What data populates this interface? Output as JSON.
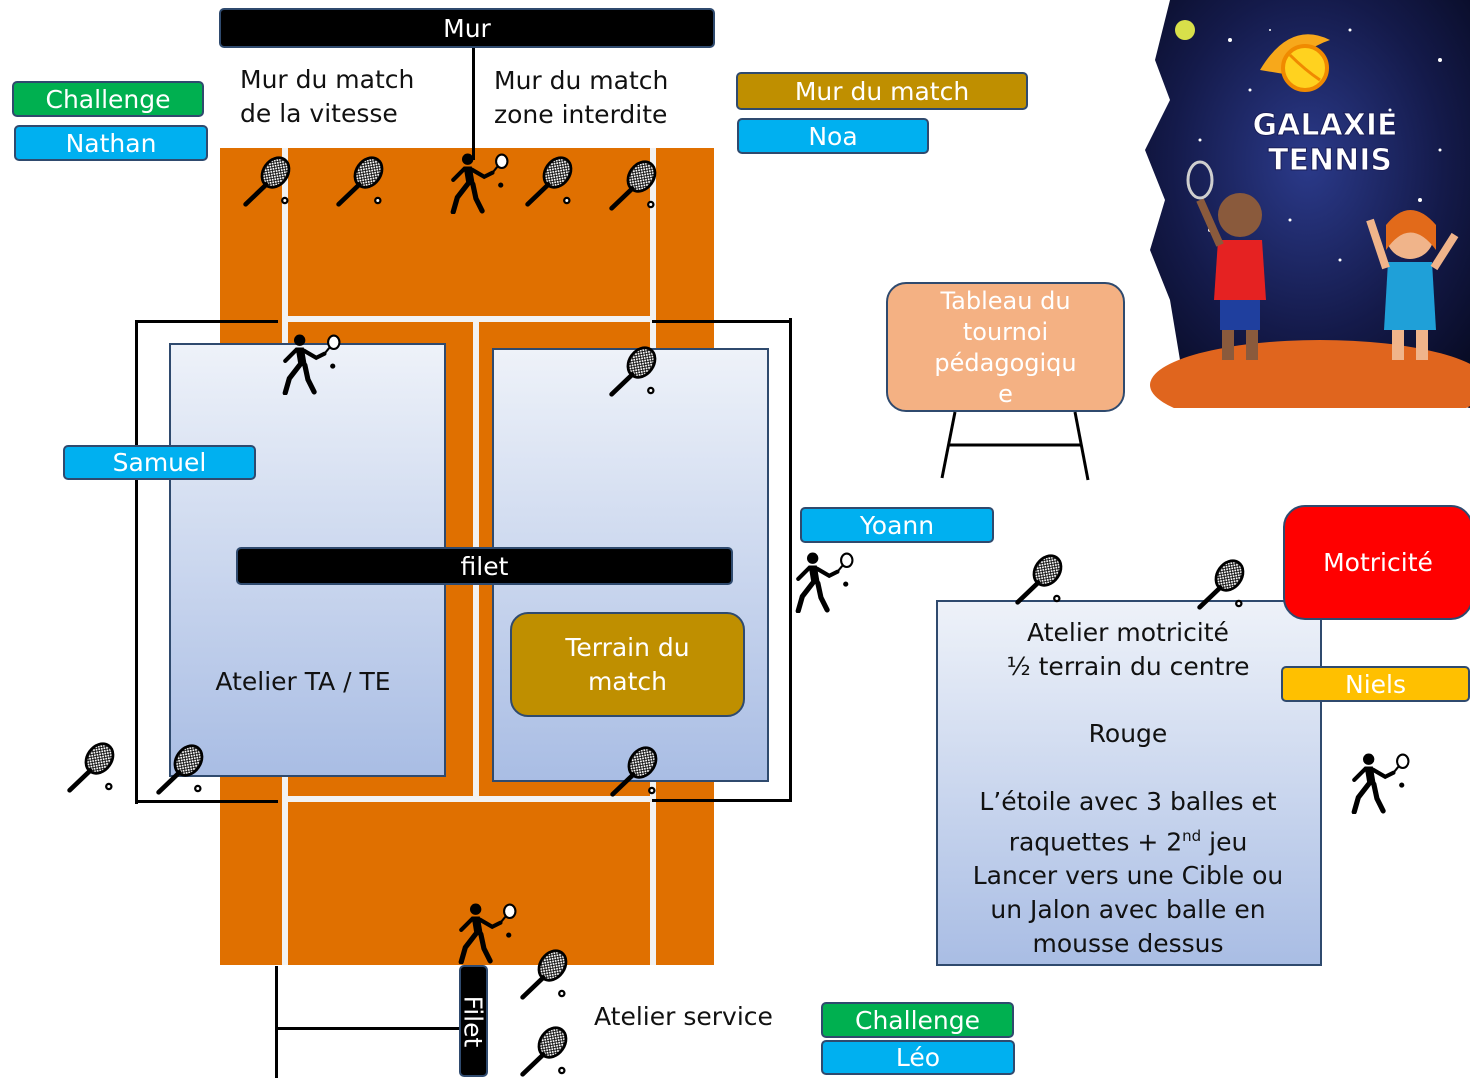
{
  "labels": {
    "mur": "Mur",
    "mur_vitesse": "Mur du match\nde la vitesse",
    "mur_zone": "Mur du match\nzone interdite",
    "mur_du_match": "Mur du match",
    "filet_center": "filet",
    "filet_bottom": "Filet",
    "atelier_ta_te": "Atelier TA / TE",
    "terrain_match": "Terrain du\nmatch",
    "tableau": "Tableau du\ntournoi\npédagogiqu\ne",
    "motricite": "Motricité",
    "atelier_motricite": "Atelier motricité\n½ terrain du centre",
    "rouge": "Rouge",
    "etoile_a": "L’étoile avec 3 balles et\nraquettes + 2",
    "etoile_sup": "nd",
    "etoile_b": " jeu\nLancer vers une Cible ou\nun Jalon avec balle en\nmousse dessus",
    "atelier_service": "Atelier service"
  },
  "names": {
    "challenge_top": "Challenge",
    "nathan": "Nathan",
    "noa": "Noa",
    "samuel": "Samuel",
    "yoann": "Yoann",
    "niels": "Niels",
    "challenge_bottom": "Challenge",
    "leo": "Léo"
  },
  "logo": {
    "line1": "GALAXIE",
    "line2": "TENNIS"
  },
  "colors": {
    "court": "#e07000",
    "court_lines": "#f2f2f2",
    "zone_top": "#eef2f9",
    "zone_bottom": "#a9bde4",
    "name_tag": "#00b0f0",
    "challenge": "#00b050",
    "match": "#bf8f00",
    "tableau": "#f4b183",
    "motricite": "#ff0000",
    "niels": "#ffc000"
  },
  "icons": {
    "racket": "tennis-racket-icon",
    "player": "tennis-player-icon"
  }
}
